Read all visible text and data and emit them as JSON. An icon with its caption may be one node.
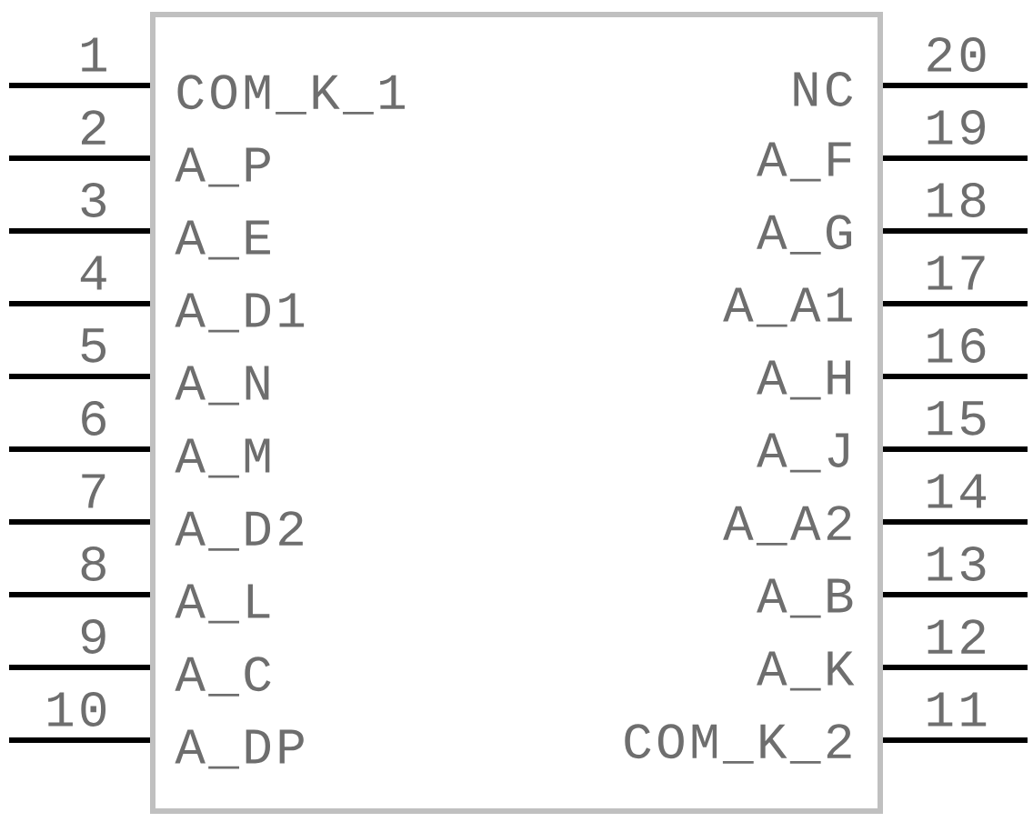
{
  "diagram": {
    "nodes": [
      {
        "text": [
          "COM_K_1",
          "A_P",
          "A_E",
          "A_D1",
          "A_N",
          "A_M",
          "A_D2",
          "A_L",
          "A_C",
          "A_DP",
          "NC",
          "A_F",
          "A_G",
          "A_A1",
          "A_H",
          "A_J",
          "A_A2",
          "A_B",
          "A_K",
          "COM_K_2"
        ]
      }
    ],
    "labels": [
      "1",
      "2",
      "3",
      "4",
      "5",
      "6",
      "7",
      "8",
      "9",
      "10",
      "20",
      "19",
      "18",
      "17",
      "16",
      "15",
      "14",
      "13",
      "12",
      "11"
    ]
  }
}
